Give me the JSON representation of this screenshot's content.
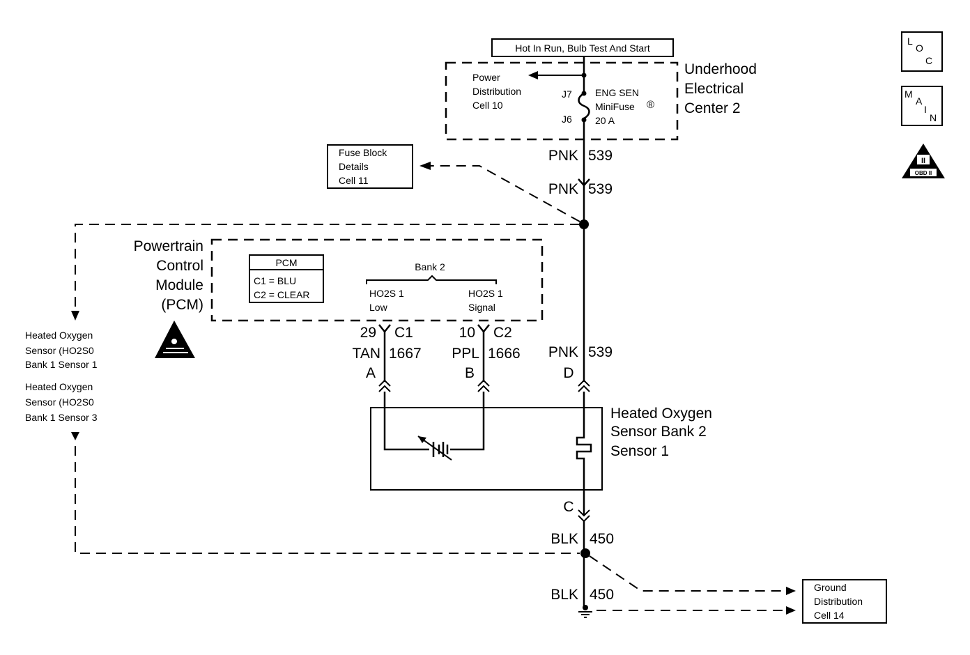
{
  "power_label": "Hot In Run, Bulb Test And Start",
  "uec": {
    "name_line1": "Underhood",
    "name_line2": "Electrical",
    "name_line3": "Center 2",
    "ref_line1": "Power",
    "ref_line2": "Distribution",
    "ref_line3": "Cell 10",
    "pin_top": "J7",
    "pin_bottom": "J6",
    "fuse_line1": "ENG SEN",
    "fuse_line2": "MiniFuse",
    "fuse_mark": "®",
    "fuse_line3": "20 A"
  },
  "fuse_block_ref": {
    "line1": "Fuse Block",
    "line2": "Details",
    "line3": "Cell 11"
  },
  "wires": {
    "pnk_color": "PNK",
    "pnk_circuit": "539",
    "tan_color": "TAN",
    "tan_circuit": "1667",
    "ppl_color": "PPL",
    "ppl_circuit": "1666",
    "blk_color": "BLK",
    "blk_circuit": "450"
  },
  "pcm": {
    "name_line1": "Powertrain",
    "name_line2": "Control",
    "name_line3": "Module",
    "name_line4": "(PCM)",
    "table_title": "PCM",
    "table_row1": "C1 = BLU",
    "table_row2": "C2 = CLEAR",
    "bank_label": "Bank 2",
    "low_line1": "HO2S 1",
    "low_line2": "Low",
    "signal_line1": "HO2S 1",
    "signal_line2": "Signal",
    "pin_a_num": "29",
    "pin_a_conn": "C1",
    "pin_b_num": "10",
    "pin_b_conn": "C2"
  },
  "sensor": {
    "name_line1": "Heated Oxygen",
    "name_line2": "Sensor Bank 2",
    "name_line3": "Sensor 1",
    "pin_a": "A",
    "pin_b": "B",
    "pin_c": "C",
    "pin_d": "D"
  },
  "side_refs": {
    "s1_line1": "Heated Oxygen",
    "s1_line2": "Sensor (HO2S0",
    "s1_line3": "Bank 1 Sensor 1",
    "s2_line1": "Heated Oxygen",
    "s2_line2": "Sensor (HO2S0",
    "s2_line3": "Bank 1 Sensor 3"
  },
  "ground_ref": {
    "line1": "Ground",
    "line2": "Distribution",
    "line3": "Cell 14"
  },
  "icons": {
    "loc_l": "L",
    "loc_o": "O",
    "loc_c": "C",
    "main_m": "M",
    "main_a": "A",
    "main_i": "I",
    "main_n": "N",
    "obd_roman": "II",
    "obd_text": "OBD II"
  }
}
